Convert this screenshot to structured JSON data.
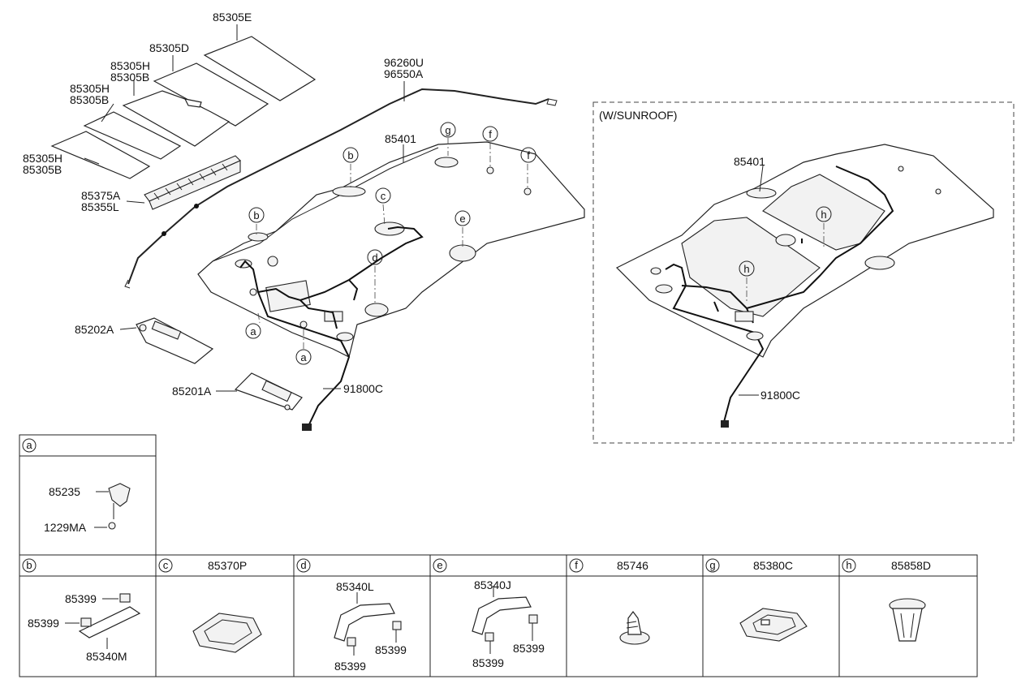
{
  "main_labels": {
    "p85305E": "85305E",
    "p85305D": "85305D",
    "p85305H_1": "85305H",
    "p85305B_1": "85305B",
    "p85305H_2": "85305H",
    "p85305B_2": "85305B",
    "p85305H_3": "85305H",
    "p85305B_3": "85305B",
    "p96260U": "96260U",
    "p96550A": "96550A",
    "p85401": "85401",
    "p85375A": "85375A",
    "p85355L": "85355L",
    "p85202A": "85202A",
    "p85201A": "85201A",
    "p91800C": "91800C"
  },
  "callouts": {
    "g": "g",
    "f1": "f",
    "f2": "f",
    "b1": "b",
    "b2": "b",
    "c": "c",
    "e": "e",
    "d": "d",
    "a1": "a",
    "a2": "a"
  },
  "sunroof": {
    "title": "(W/SUNROOF)",
    "p85401": "85401",
    "p91800C": "91800C",
    "h1": "h",
    "h2": "h"
  },
  "table_a": {
    "letter": "a",
    "p85235": "85235",
    "p1229MA": "1229MA"
  },
  "table_cells": [
    {
      "letter": "b",
      "header_part": "",
      "labels": [
        "85399",
        "85399",
        "85340M"
      ]
    },
    {
      "letter": "c",
      "header_part": "85370P",
      "labels": []
    },
    {
      "letter": "d",
      "header_part": "",
      "labels": [
        "85340L",
        "85399",
        "85399"
      ]
    },
    {
      "letter": "e",
      "header_part": "",
      "labels": [
        "85340J",
        "85399",
        "85399"
      ]
    },
    {
      "letter": "f",
      "header_part": "85746",
      "labels": []
    },
    {
      "letter": "g",
      "header_part": "85380C",
      "labels": []
    },
    {
      "letter": "h",
      "header_part": "85858D",
      "labels": []
    }
  ]
}
